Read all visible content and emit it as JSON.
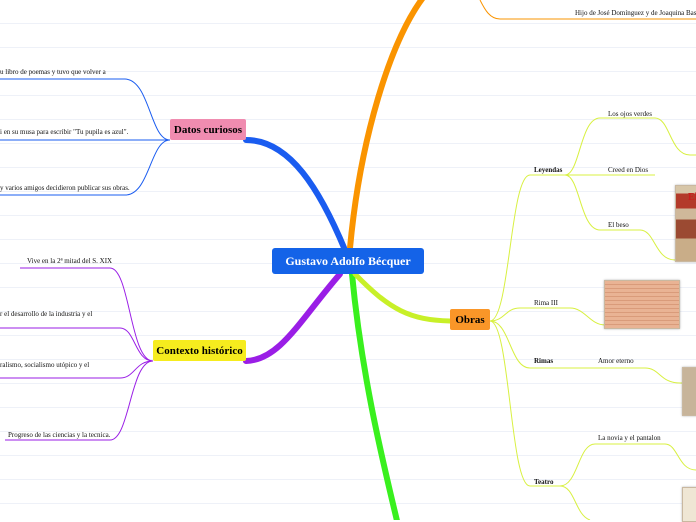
{
  "central": {
    "label": "Gustavo Adolfo Bécquer"
  },
  "top_leaf": {
    "label": "Hijo de José Domínguez y de Joaquina Bas"
  },
  "datos": {
    "label": "Datos curiosos",
    "items": [
      "u libro de poemas y tuvo que volver a",
      "i en su musa para escribir \"Tu pupila es azul\".",
      "y varios amigos decidieron publicar sus obras."
    ]
  },
  "contexto": {
    "label": "Contexto histórico",
    "items": [
      "Vive en la 2ª mitad del S. XIX",
      "r el desarrollo de la industria y el",
      "ralismo, socialismo utópico y el",
      "Progreso de las ciencias y la tecnica."
    ]
  },
  "obras": {
    "label": "Obras",
    "leyendas": {
      "label": "Leyendas",
      "items": [
        "Los ojos verdes",
        "Creed en Dios",
        "El beso"
      ]
    },
    "rima": {
      "label": "Rima III"
    },
    "rimas": {
      "label": "Rimas",
      "items": [
        "Amor eterno"
      ]
    },
    "teatro": {
      "label": "Teatro",
      "items": [
        "La novia y el pantalon"
      ]
    }
  },
  "thumbs": {
    "book_title": "El"
  },
  "colors": {
    "central": "#1463e8",
    "datos": "#f08cb0",
    "contexto": "#f6ec1e",
    "obras": "#fa9628",
    "branch_blue": "#1a5cf0",
    "branch_purple": "#9a1ee6",
    "branch_orange": "#fa9400",
    "branch_green": "#39f01e",
    "branch_lime": "#c8f028"
  }
}
